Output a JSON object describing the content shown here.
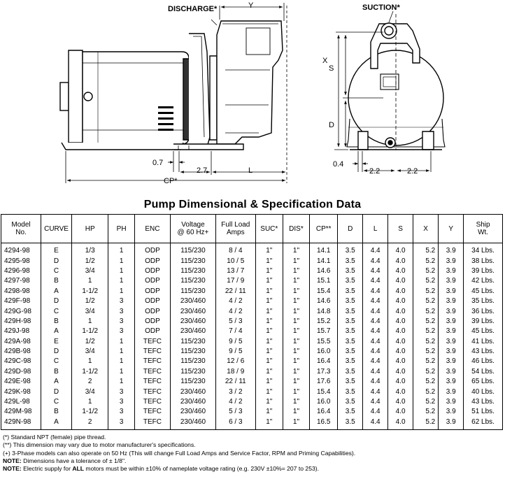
{
  "drawing": {
    "labels": {
      "discharge": "DISCHARGE*",
      "y": "Y",
      "suction": "SUCTION*",
      "x": "X",
      "s": "S",
      "d": "D",
      "dim07": "0.7",
      "dim27": "2.7",
      "l": "L",
      "cp": "CP*",
      "dim04": "0.4",
      "dim22a": "2.2",
      "dim22b": "2.2"
    }
  },
  "title": "Pump Dimensional & Specification Data",
  "table": {
    "headers": [
      [
        "Model",
        "No."
      ],
      [
        "CURVE"
      ],
      [
        "HP"
      ],
      [
        "PH"
      ],
      [
        "ENC"
      ],
      [
        "Voltage",
        "@ 60 Hz+"
      ],
      [
        "Full Load",
        "Amps"
      ],
      [
        "SUC*"
      ],
      [
        "DIS*"
      ],
      [
        "CP**"
      ],
      [
        "D"
      ],
      [
        "L"
      ],
      [
        "S"
      ],
      [
        "X"
      ],
      [
        "Y"
      ],
      [
        "Ship",
        "Wt."
      ]
    ],
    "rows": [
      [
        "4294-98",
        "E",
        "1/3",
        "1",
        "ODP",
        "115/230",
        "8 / 4",
        "1\"",
        "1\"",
        "14.1",
        "3.5",
        "4.4",
        "4.0",
        "5.2",
        "3.9",
        "34 Lbs."
      ],
      [
        "4295-98",
        "D",
        "1/2",
        "1",
        "ODP",
        "115/230",
        "10 / 5",
        "1\"",
        "1\"",
        "14.1",
        "3.5",
        "4.4",
        "4.0",
        "5.2",
        "3.9",
        "38 Lbs."
      ],
      [
        "4296-98",
        "C",
        "3/4",
        "1",
        "ODP",
        "115/230",
        "13 / 7",
        "1\"",
        "1\"",
        "14.6",
        "3.5",
        "4.4",
        "4.0",
        "5.2",
        "3.9",
        "39 Lbs."
      ],
      [
        "4297-98",
        "B",
        "1",
        "1",
        "ODP",
        "115/230",
        "17 / 9",
        "1\"",
        "1\"",
        "15.1",
        "3.5",
        "4.4",
        "4.0",
        "5.2",
        "3.9",
        "42 Lbs."
      ],
      [
        "4298-98",
        "A",
        "1-1/2",
        "1",
        "ODP",
        "115/230",
        "22 / 11",
        "1\"",
        "1\"",
        "15.4",
        "3.5",
        "4.4",
        "4.0",
        "5.2",
        "3.9",
        "45 Lbs."
      ],
      [
        "429F-98",
        "D",
        "1/2",
        "3",
        "ODP",
        "230/460",
        "4 / 2",
        "1\"",
        "1\"",
        "14.6",
        "3.5",
        "4.4",
        "4.0",
        "5.2",
        "3.9",
        "35 Lbs."
      ],
      [
        "429G-98",
        "C",
        "3/4",
        "3",
        "ODP",
        "230/460",
        "4 / 2",
        "1\"",
        "1\"",
        "14.8",
        "3.5",
        "4.4",
        "4.0",
        "5.2",
        "3.9",
        "36 Lbs."
      ],
      [
        "429H-98",
        "B",
        "1",
        "3",
        "ODP",
        "230/460",
        "5 / 3",
        "1\"",
        "1\"",
        "15.2",
        "3.5",
        "4.4",
        "4.0",
        "5.2",
        "3.9",
        "39 Lbs."
      ],
      [
        "429J-98",
        "A",
        "1-1/2",
        "3",
        "ODP",
        "230/460",
        "7 / 4",
        "1\"",
        "1\"",
        "15.7",
        "3.5",
        "4.4",
        "4.0",
        "5.2",
        "3.9",
        "45 Lbs."
      ],
      [
        "429A-98",
        "E",
        "1/2",
        "1",
        "TEFC",
        "115/230",
        "9 / 5",
        "1\"",
        "1\"",
        "15.5",
        "3.5",
        "4.4",
        "4.0",
        "5.2",
        "3.9",
        "41 Lbs."
      ],
      [
        "429B-98",
        "D",
        "3/4",
        "1",
        "TEFC",
        "115/230",
        "9 / 5",
        "1\"",
        "1\"",
        "16.0",
        "3.5",
        "4.4",
        "4.0",
        "5.2",
        "3.9",
        "43 Lbs."
      ],
      [
        "429C-98",
        "C",
        "1",
        "1",
        "TEFC",
        "115/230",
        "12 / 6",
        "1\"",
        "1\"",
        "16.4",
        "3.5",
        "4.4",
        "4.0",
        "5.2",
        "3.9",
        "46 Lbs."
      ],
      [
        "429D-98",
        "B",
        "1-1/2",
        "1",
        "TEFC",
        "115/230",
        "18 / 9",
        "1\"",
        "1\"",
        "17.3",
        "3.5",
        "4.4",
        "4.0",
        "5.2",
        "3.9",
        "54 Lbs."
      ],
      [
        "429E-98",
        "A",
        "2",
        "1",
        "TEFC",
        "115/230",
        "22 / 11",
        "1\"",
        "1\"",
        "17.6",
        "3.5",
        "4.4",
        "4.0",
        "5.2",
        "3.9",
        "65 Lbs."
      ],
      [
        "429K-98",
        "D",
        "3/4",
        "3",
        "TEFC",
        "230/460",
        "3 / 2",
        "1\"",
        "1\"",
        "15.4",
        "3.5",
        "4.4",
        "4.0",
        "5.2",
        "3.9",
        "40 Lbs."
      ],
      [
        "429L-98",
        "C",
        "1",
        "3",
        "TEFC",
        "230/460",
        "4 / 2",
        "1\"",
        "1\"",
        "16.0",
        "3.5",
        "4.4",
        "4.0",
        "5.2",
        "3.9",
        "43 Lbs."
      ],
      [
        "429M-98",
        "B",
        "1-1/2",
        "3",
        "TEFC",
        "230/460",
        "5 / 3",
        "1\"",
        "1\"",
        "16.4",
        "3.5",
        "4.4",
        "4.0",
        "5.2",
        "3.9",
        "51 Lbs."
      ],
      [
        "429N-98",
        "A",
        "2",
        "3",
        "TEFC",
        "230/460",
        "6 / 3",
        "1\"",
        "1\"",
        "16.5",
        "3.5",
        "4.4",
        "4.0",
        "5.2",
        "3.9",
        "62 Lbs."
      ]
    ]
  },
  "notes": [
    {
      "bold": "",
      "text": "(*) Standard NPT (female) pipe thread."
    },
    {
      "bold": "",
      "text": "(**) This dimension may vary due to motor manufacturer's specifications."
    },
    {
      "bold": "",
      "text": "(+) 3-Phase models can also operate on 50 Hz (This will change Full Load Amps and Service Factor, RPM and Priming Capabilities)."
    },
    {
      "bold": "NOTE:",
      "text": " Dimensions have a tolerance of ± 1/8\"."
    },
    {
      "bold": "NOTE:",
      "text": " Electric supply for ",
      "bold2": "ALL",
      "text2": " motors must be within ±10% of nameplate voltage rating (e.g. 230V ±10%= 207 to 253)."
    }
  ]
}
